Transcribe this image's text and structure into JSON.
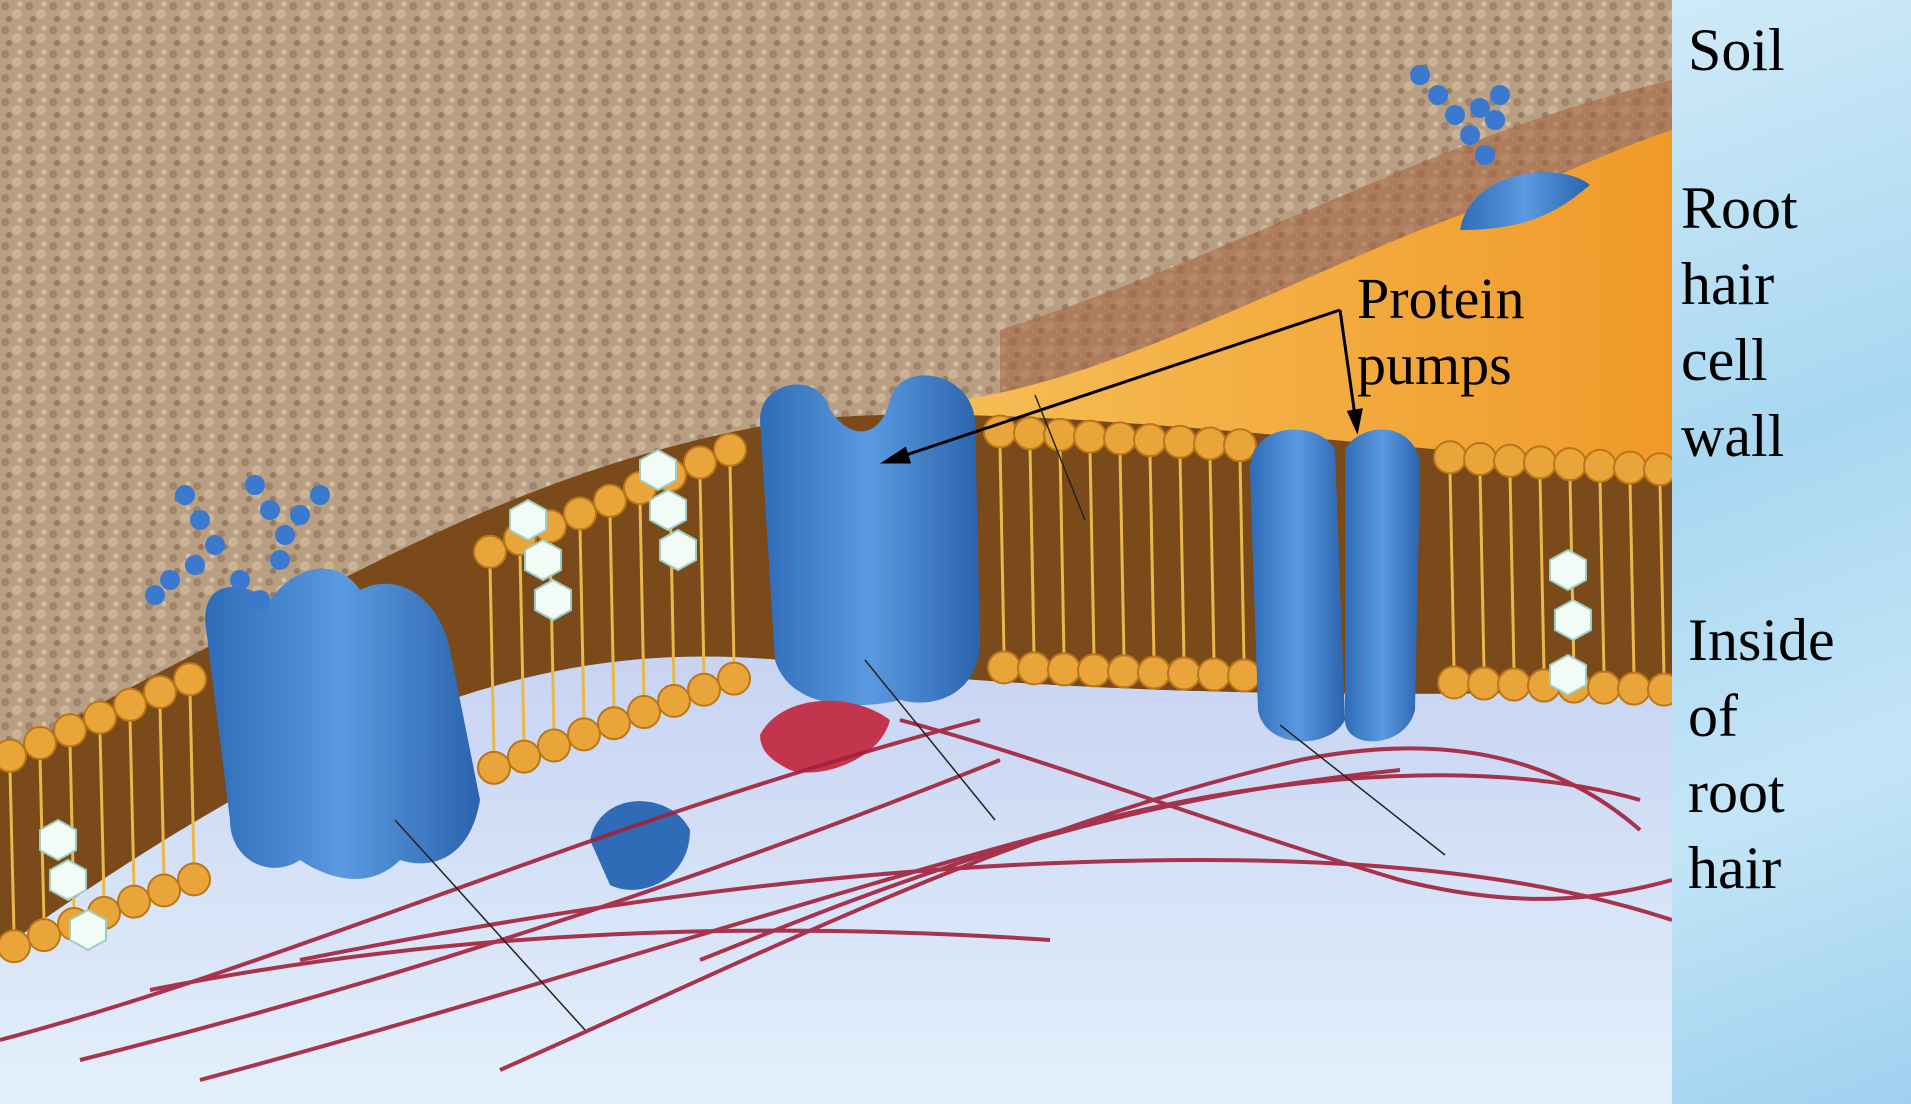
{
  "labels": {
    "soil": "Soil",
    "cell_wall": "Root\nhair\ncell\nwall",
    "inside": "Inside\nof\nroot\nhair",
    "protein_pumps": "Protein\npumps"
  },
  "colors": {
    "soil": "#b59a7c",
    "cell_wall": "#f3a93c",
    "membrane_head": "#e9a43a",
    "protein": "#3f7fc8",
    "cytoplasm": "#cbd9f5",
    "fiber": "#a3203a",
    "sidebar": "#b5def4"
  }
}
